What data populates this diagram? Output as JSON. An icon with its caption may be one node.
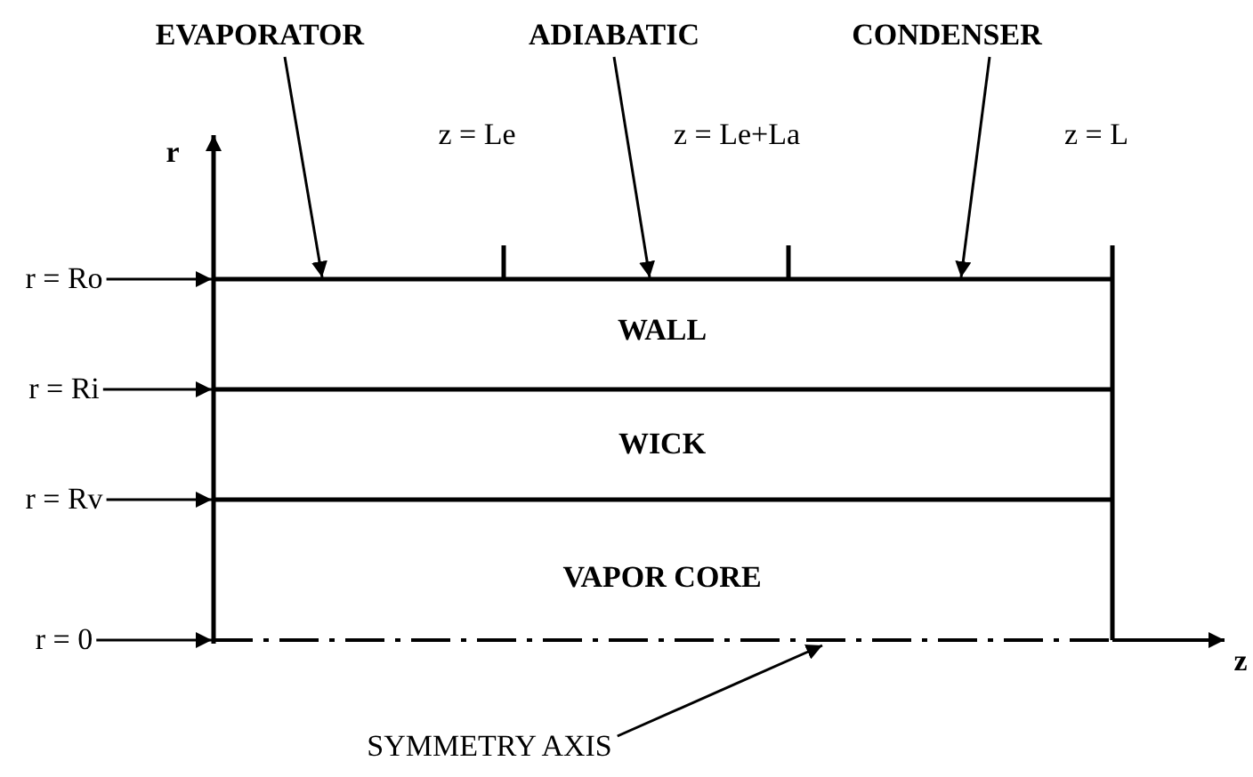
{
  "diagram": {
    "nodes": [
      {
        "text": [
          "EVAPORATOR"
        ]
      },
      {
        "text": [
          "ADIABATIC"
        ]
      },
      {
        "text": [
          "CONDENSER"
        ]
      },
      {
        "text": [
          "r = Ro"
        ]
      },
      {
        "text": [
          "r = Ri"
        ]
      },
      {
        "text": [
          "r = Rv"
        ]
      },
      {
        "text": [
          "r = 0"
        ]
      },
      {
        "text": [
          "SYMMETRY AXIS"
        ]
      }
    ],
    "edges": [
      {
        "from": 0,
        "to": null,
        "arrow": "to"
      },
      {
        "from": 1,
        "to": null,
        "arrow": "to"
      },
      {
        "from": 2,
        "to": null,
        "arrow": "to"
      },
      {
        "from": 3,
        "to": null,
        "arrow": "to"
      },
      {
        "from": 4,
        "to": null,
        "arrow": "to"
      },
      {
        "from": 5,
        "to": null,
        "arrow": "to"
      },
      {
        "from": 6,
        "to": null,
        "arrow": "to"
      },
      {
        "from": 7,
        "to": null,
        "arrow": "to"
      }
    ],
    "labels": [
      "r",
      "z = Le",
      "z = Le+La",
      "z = L",
      "WALL",
      "WICK",
      "VAPOR CORE",
      "z"
    ]
  }
}
